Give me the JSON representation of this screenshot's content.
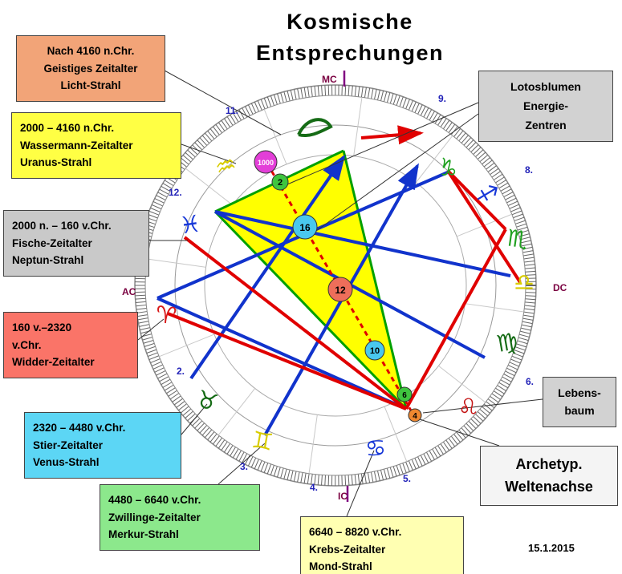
{
  "title": {
    "line1": "Kosmische",
    "line2": "Entsprechungen"
  },
  "date": "15.1.2015",
  "boxes": [
    {
      "name": "geistiges-zeitalter",
      "bg": "#F2A478",
      "lines": [
        "Nach 4160 n.Chr.",
        "Geistiges Zeitalter",
        "Licht-Strahl"
      ]
    },
    {
      "name": "wassermann-zeitalter",
      "bg": "#FFFF44",
      "lines": [
        "2000 – 4160 n.Chr.",
        "Wassermann-Zeitalter",
        "Uranus-Strahl"
      ]
    },
    {
      "name": "fische-zeitalter",
      "bg": "#C9C9C9",
      "lines": [
        "2000 n. – 160 v.Chr.",
        "Fische-Zeitalter",
        "Neptun-Strahl"
      ]
    },
    {
      "name": "widder-zeitalter",
      "bg": "#FA7468",
      "lines": [
        "160 v.–2320",
        "v.Chr.",
        "Widder-Zeitalter"
      ]
    },
    {
      "name": "stier-zeitalter",
      "bg": "#5CD6F5",
      "lines": [
        "2320 – 4480 v.Chr.",
        "Stier-Zeitalter",
        "Venus-Strahl"
      ]
    },
    {
      "name": "zwillinge-zeitalter",
      "bg": "#8CE88C",
      "lines": [
        "4480 – 6640 v.Chr.",
        "Zwillinge-Zeitalter",
        "Merkur-Strahl"
      ]
    },
    {
      "name": "krebs-zeitalter",
      "bg": "#FFFFB2",
      "lines": [
        "6640 – 8820 v.Chr.",
        "Krebs-Zeitalter",
        "Mond-Strahl"
      ]
    },
    {
      "name": "lotosblumen",
      "bg": "#D2D2D2",
      "lines": [
        "Lotosblumen",
        "Energie-",
        "Zentren"
      ]
    },
    {
      "name": "lebensbaum",
      "bg": "#D2D2D2",
      "lines": [
        "Lebens-",
        "baum"
      ]
    },
    {
      "name": "weltenachse",
      "bg": "#F4F4F4",
      "lines": [
        "Archetyp.",
        "Weltenachse"
      ]
    }
  ],
  "wheel": {
    "angles": {
      "mc": "MC",
      "ic": "IC",
      "ac": "AC",
      "dc": "DC"
    },
    "houses": [
      {
        "label": "2."
      },
      {
        "label": "3."
      },
      {
        "label": "4."
      },
      {
        "label": "5."
      },
      {
        "label": "6."
      },
      {
        "label": "8."
      },
      {
        "label": "9."
      },
      {
        "label": "11."
      },
      {
        "label": "12."
      }
    ],
    "signs": [
      {
        "name": "aquarius",
        "glyph": "♒",
        "color": "#D8CC00"
      },
      {
        "name": "pisces",
        "glyph": "♓",
        "color": "#1838D8"
      },
      {
        "name": "aries",
        "glyph": "♈",
        "color": "#D81818"
      },
      {
        "name": "taurus",
        "glyph": "♉",
        "color": "#156B15"
      },
      {
        "name": "gemini",
        "glyph": "♊",
        "color": "#D8CC00"
      },
      {
        "name": "cancer",
        "glyph": "♋",
        "color": "#1838D8"
      },
      {
        "name": "leo",
        "glyph": "♌",
        "color": "#C41414"
      },
      {
        "name": "virgo",
        "glyph": "♍",
        "color": "#156B15"
      },
      {
        "name": "libra",
        "glyph": "♎",
        "color": "#D8CC00"
      },
      {
        "name": "scorpio",
        "glyph": "♏",
        "color": "#1FA01F"
      },
      {
        "name": "sagittarius",
        "glyph": "♐",
        "color": "#1838D8"
      },
      {
        "name": "capricorn",
        "glyph": "♑",
        "color": "#1FA01F"
      }
    ],
    "lotus": [
      {
        "value": "1000",
        "color": "#E33FD8"
      },
      {
        "value": "2",
        "color": "#3FC53F"
      },
      {
        "value": "16",
        "color": "#49C8EE"
      },
      {
        "value": "12",
        "color": "#EE6E5A"
      },
      {
        "value": "10",
        "color": "#49C8EE"
      },
      {
        "value": "6",
        "color": "#3FC53F"
      },
      {
        "value": "4",
        "color": "#EE8830"
      }
    ]
  }
}
